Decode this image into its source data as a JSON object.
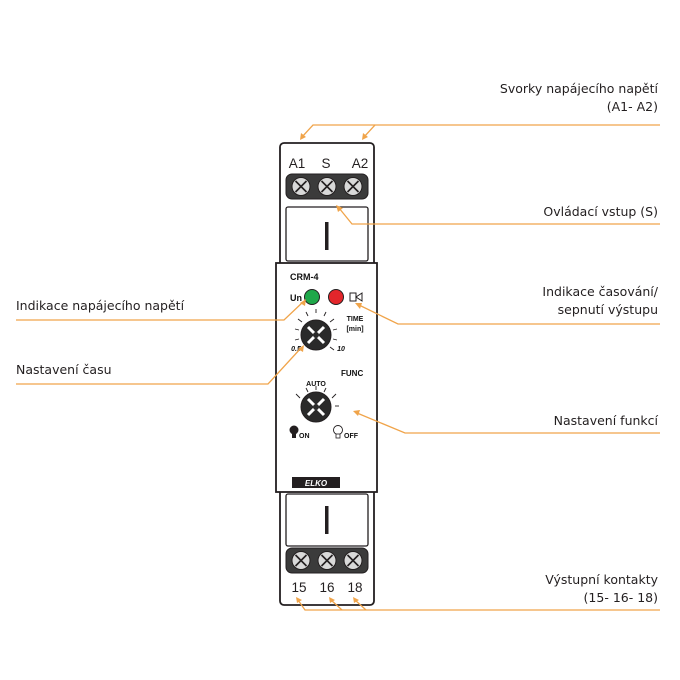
{
  "callouts": {
    "supply_terminals": {
      "line1": "Svorky napájecího napětí",
      "line2": "(A1- A2)"
    },
    "control_input": "Ovládací vstup (S)",
    "timing_indication": {
      "line1": "Indikace časování/",
      "line2": "sepnutí výstupu"
    },
    "function_setting": "Nastavení funkcí",
    "output_contacts": {
      "line1": "Výstupní kontakty",
      "line2": "(15- 16- 18)"
    },
    "supply_indication": "Indikace napájecího napětí",
    "time_setting": "Nastavení času"
  },
  "device": {
    "model": "CRM-4",
    "top_terminals": [
      "A1",
      "S",
      "A2"
    ],
    "bottom_terminals": [
      "15",
      "16",
      "18"
    ],
    "un_label": "Un",
    "time_label": "TIME",
    "time_unit": "[min]",
    "time_min": "0.5",
    "time_max": "10",
    "func_label": "FUNC",
    "auto_label": "AUTO",
    "on_label": "ON",
    "off_label": "OFF",
    "brand": "ELKO"
  },
  "colors": {
    "leader": "#f0a44a",
    "led_green": "#1fa84a",
    "led_red": "#e3262b",
    "outline": "#231f20"
  }
}
